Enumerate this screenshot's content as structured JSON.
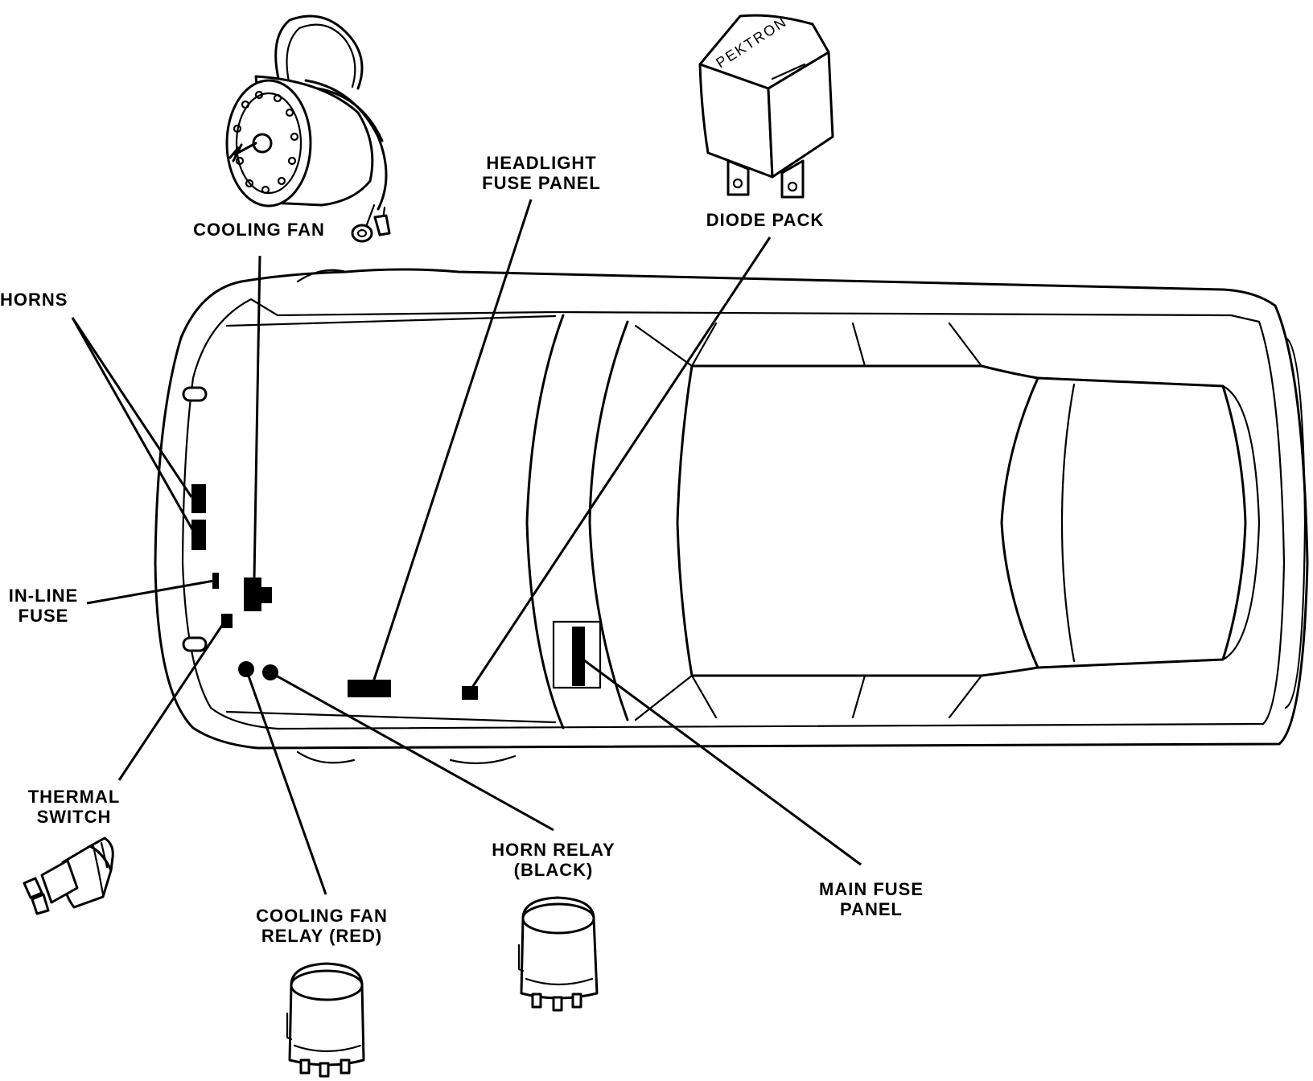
{
  "labels": {
    "horns": "HORNS",
    "cooling_fan": "COOLING FAN",
    "headlight_fuse_panel": [
      "HEADLIGHT",
      "FUSE PANEL"
    ],
    "diode_pack": "DIODE PACK",
    "in_line_fuse": [
      "IN-LINE",
      "FUSE"
    ],
    "thermal_switch": [
      "THERMAL",
      "SWITCH"
    ],
    "cooling_fan_relay": [
      "COOLING FAN",
      "RELAY (RED)"
    ],
    "horn_relay": [
      "HORN RELAY",
      "(BLACK)"
    ],
    "main_fuse_panel": [
      "MAIN FUSE",
      "PANEL"
    ]
  },
  "diode_pack_brand": "PEKTRON",
  "colors": {
    "ink": "#000000",
    "paper": "#ffffff"
  }
}
